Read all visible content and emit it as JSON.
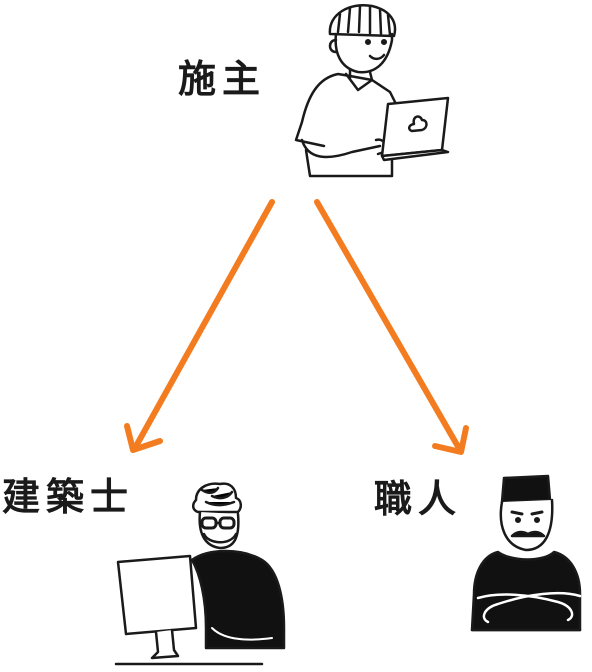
{
  "nodes": {
    "client": {
      "label": "施主",
      "icon": "person-with-laptop-icon"
    },
    "architect": {
      "label": "建築士",
      "icon": "person-at-computer-icon"
    },
    "craftsman": {
      "label": "職人",
      "icon": "person-arms-crossed-icon"
    }
  },
  "edges": [
    {
      "from": "client",
      "to": "architect"
    },
    {
      "from": "client",
      "to": "craftsman"
    }
  ],
  "colors": {
    "arrow": "#f47c20",
    "ink": "#1a1a1a",
    "fill": "#111111"
  }
}
